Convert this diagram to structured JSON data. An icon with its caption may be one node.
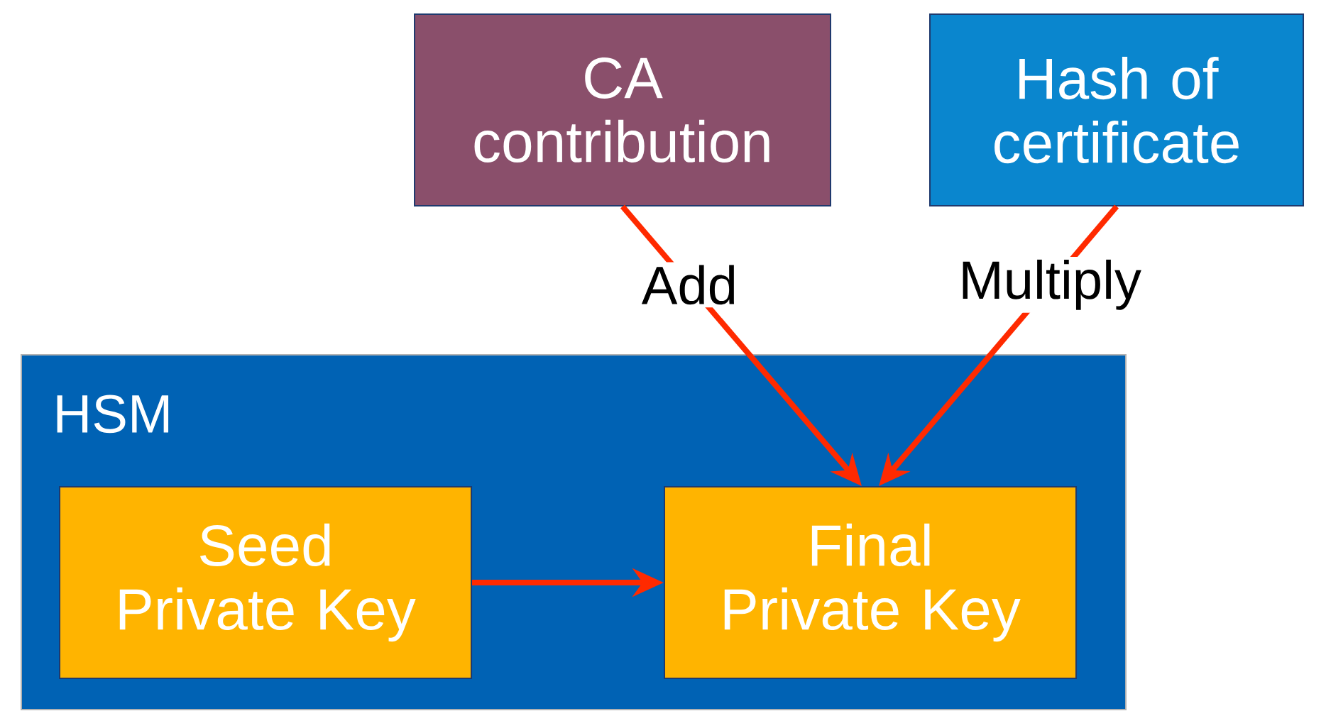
{
  "diagram": {
    "nodes": [
      {
        "text": [
          "CA contribution"
        ]
      },
      {
        "text": [
          "Hash of certificate"
        ]
      },
      {
        "text": [
          "HSM"
        ]
      },
      {
        "text": [
          "Seed Private Key"
        ],
        "in": 2
      },
      {
        "text": [
          "Final Private Key"
        ],
        "in": 2
      }
    ],
    "edges": [
      {
        "from": 0,
        "to": 4,
        "arrow": "to",
        "label": "Add"
      },
      {
        "from": 1,
        "to": 4,
        "arrow": "to",
        "label": "Multiply"
      },
      {
        "from": 3,
        "to": 4,
        "arrow": "to"
      }
    ]
  }
}
